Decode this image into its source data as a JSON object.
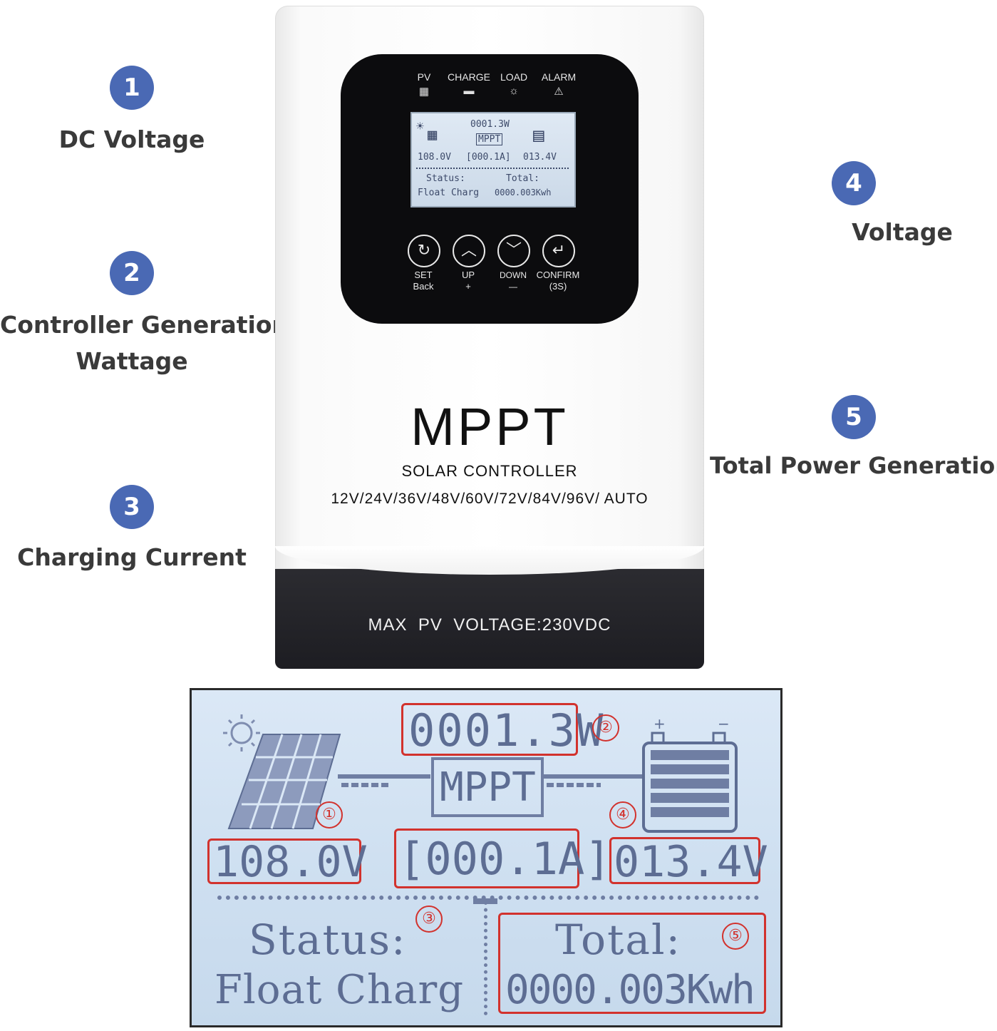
{
  "callouts": [
    {
      "number": "1",
      "label": "DC Voltage"
    },
    {
      "number": "2",
      "label_line1": "Controller Generation",
      "label_line2": "Wattage"
    },
    {
      "number": "3",
      "label": "Charging Current"
    },
    {
      "number": "4",
      "label": "Voltage"
    },
    {
      "number": "5",
      "label": "Total Power Generation"
    }
  ],
  "device": {
    "indicators": [
      {
        "label": "PV",
        "icon": "grid-icon"
      },
      {
        "label": "CHARGE",
        "icon": "battery-icon"
      },
      {
        "label": "LOAD",
        "icon": "bulb-icon"
      },
      {
        "label": "ALARM",
        "icon": "warning-icon"
      }
    ],
    "mini_lcd": {
      "power": "0001.3W",
      "mppt": "MPPT",
      "pv_voltage": "108.0V",
      "current": "[000.1A]",
      "battery_voltage": "013.4V",
      "status_label": "Status:",
      "status_value": "Float Charg",
      "total_label": "Total:",
      "total_value": "0000.003Kwh"
    },
    "buttons": [
      {
        "label": "SET",
        "sub": "Back",
        "icon": "cycle-icon",
        "glyph": "↻"
      },
      {
        "label": "UP",
        "sub": "+",
        "icon": "chevron-up-icon",
        "glyph": "︿"
      },
      {
        "label": "DOWN",
        "sub": "—",
        "icon": "chevron-down-icon",
        "glyph": "﹀"
      },
      {
        "label": "CONFIRM",
        "sub": "(3S)",
        "icon": "enter-icon",
        "glyph": "↵"
      }
    ],
    "brand": "MPPT",
    "subtitle": "SOLAR CONTROLLER",
    "voltages": "12V/24V/36V/48V/60V/72V/84V/96V/ AUTO",
    "max_pv": "MAX  PV  VOLTAGE:230VDC"
  },
  "lcd": {
    "power": "0001.3W",
    "mppt": "MPPT",
    "pv_voltage": "108.0V",
    "current": "[000.1A]",
    "battery_voltage": "013.4V",
    "status_label": "Status:",
    "status_value": "Float Charg",
    "total_label": "Total:",
    "total_value": "0000.003Kwh",
    "markers": [
      "①",
      "②",
      "③",
      "④",
      "⑤"
    ],
    "plus": "+",
    "minus": "−"
  },
  "colors": {
    "badge": "#4a69b4",
    "marker_red": "#d2322d",
    "lcd_text": "#5d6d93"
  }
}
